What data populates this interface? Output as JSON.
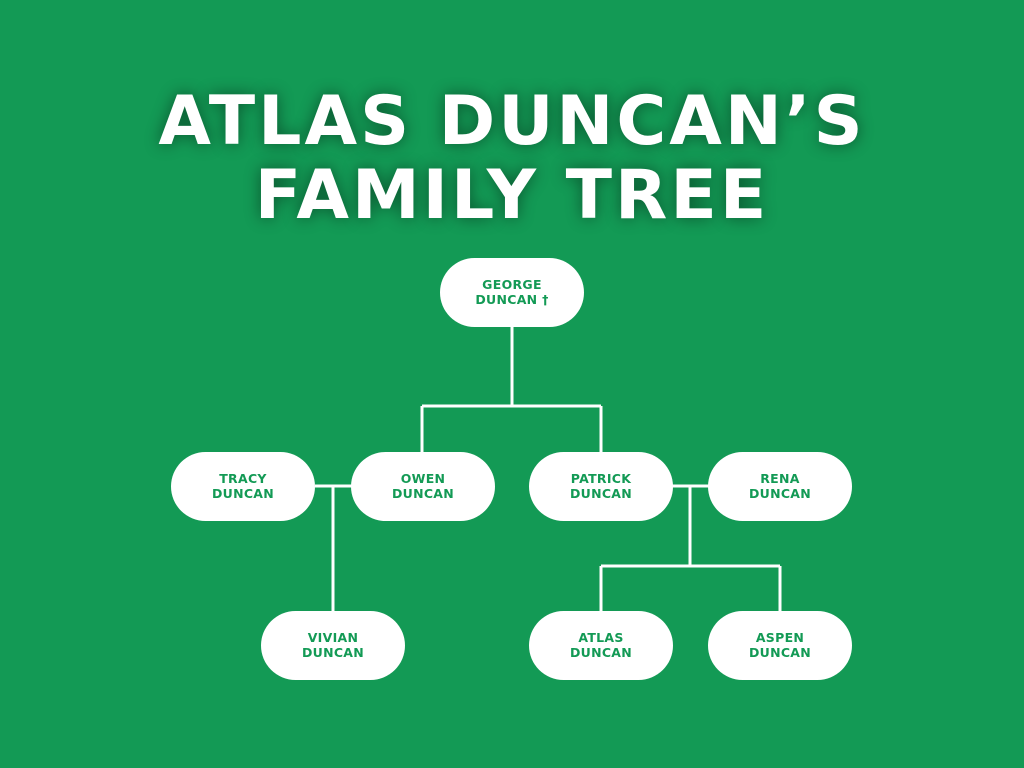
{
  "title": {
    "line1": "ATLAS DUNCAN’S",
    "line2": "FAMILY TREE"
  },
  "people": {
    "george": {
      "first": "GEORGE",
      "last": "DUNCAN †"
    },
    "tracy": {
      "first": "TRACY",
      "last": "DUNCAN"
    },
    "owen": {
      "first": "OWEN",
      "last": "DUNCAN"
    },
    "patrick": {
      "first": "PATRICK",
      "last": "DUNCAN"
    },
    "rena": {
      "first": "RENA",
      "last": "DUNCAN"
    },
    "vivian": {
      "first": "VIVIAN",
      "last": "DUNCAN"
    },
    "atlas": {
      "first": "ATLAS",
      "last": "DUNCAN"
    },
    "aspen": {
      "first": "ASPEN",
      "last": "DUNCAN"
    }
  },
  "colors": {
    "background": "#139a55",
    "node_fill": "#ffffff",
    "node_text": "#139a55",
    "connector": "#ffffff"
  }
}
